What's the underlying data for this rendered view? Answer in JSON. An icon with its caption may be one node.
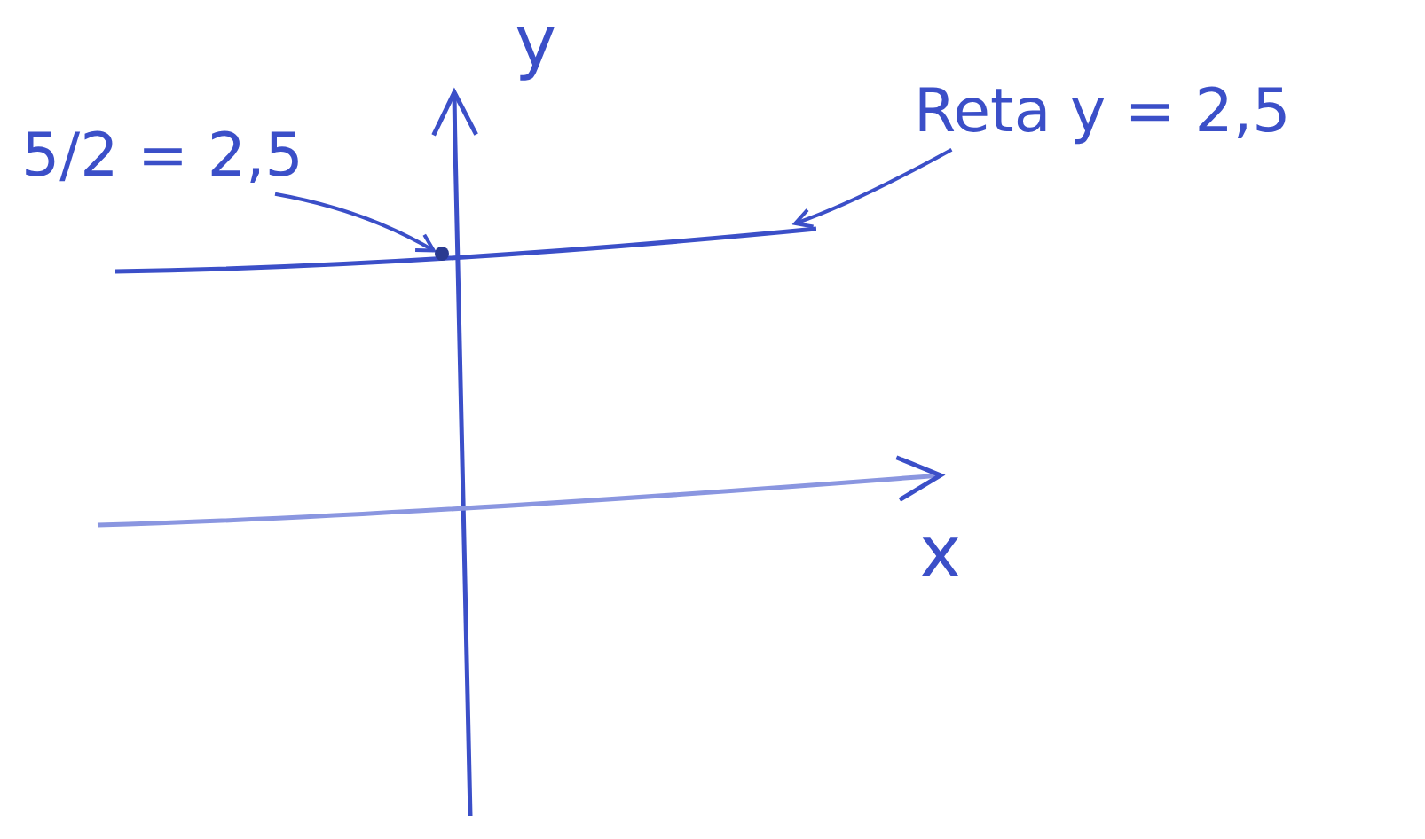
{
  "diagram": {
    "nodes": [
      {
        "text": [
          "5/2 = 2,5"
        ]
      },
      {
        "text": [],
        "shape": "point",
        "in": 3
      },
      {
        "text": [
          "Reta y = 2,5"
        ]
      },
      {
        "text": [],
        "shape": "line"
      }
    ],
    "edges": [
      {
        "from": 0,
        "to": 1,
        "arrow": "to"
      },
      {
        "from": 2,
        "to": 3,
        "arrow": "to"
      }
    ],
    "labels": [
      "y",
      "x"
    ]
  }
}
